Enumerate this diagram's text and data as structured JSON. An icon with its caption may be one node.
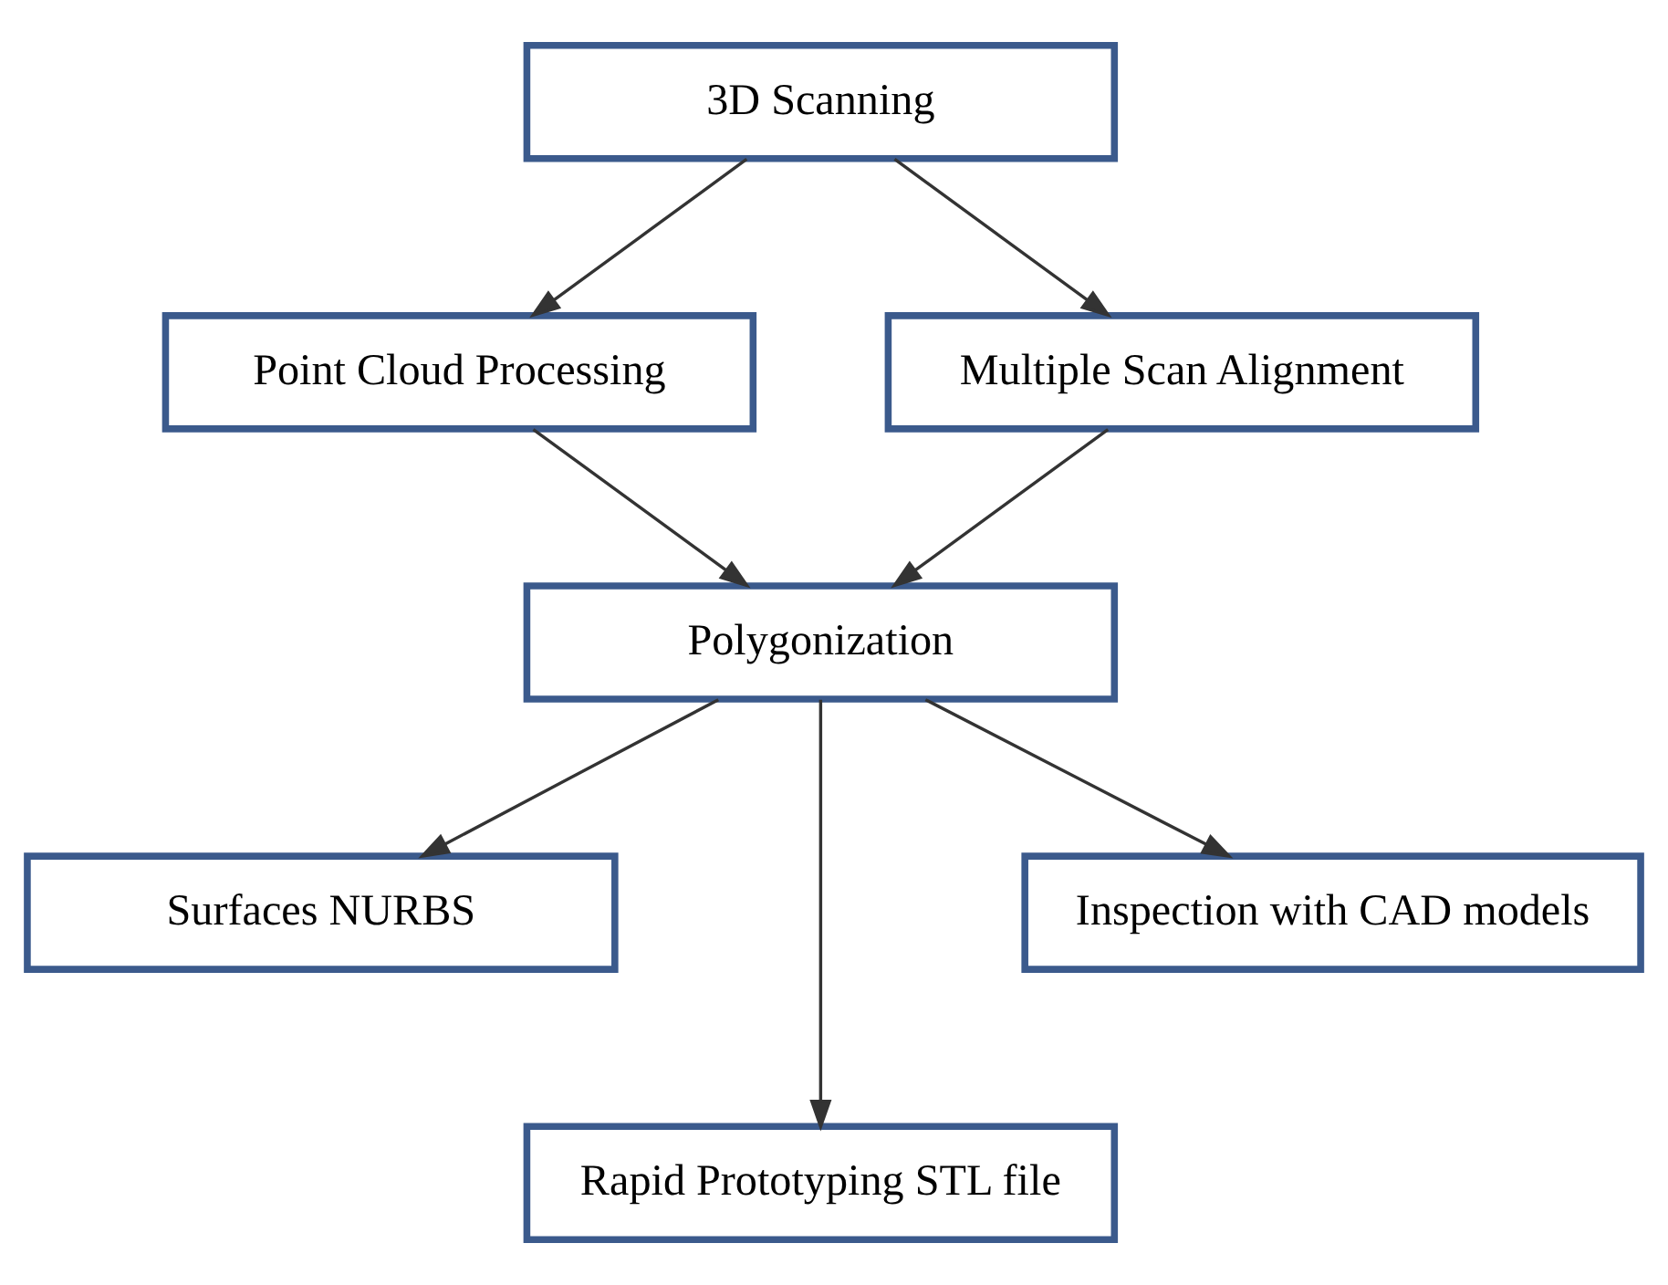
{
  "diagram": {
    "nodes": [
      {
        "text": [
          "3D Scanning"
        ]
      },
      {
        "text": [
          "Point Cloud Processing"
        ]
      },
      {
        "text": [
          "Multiple Scan Alignment"
        ]
      },
      {
        "text": [
          "Polygonization"
        ]
      },
      {
        "text": [
          "Surfaces NURBS"
        ]
      },
      {
        "text": [
          "Inspection with CAD models"
        ]
      },
      {
        "text": [
          "Rapid Prototyping STL file"
        ]
      }
    ],
    "edges": [
      {
        "from": 0,
        "to": 1,
        "arrow": "to"
      },
      {
        "from": 0,
        "to": 2,
        "arrow": "to"
      },
      {
        "from": 1,
        "to": 3,
        "arrow": "to"
      },
      {
        "from": 2,
        "to": 3,
        "arrow": "to"
      },
      {
        "from": 3,
        "to": 4,
        "arrow": "to"
      },
      {
        "from": 3,
        "to": 5,
        "arrow": "to"
      },
      {
        "from": 3,
        "to": 6,
        "arrow": "to"
      }
    ]
  }
}
